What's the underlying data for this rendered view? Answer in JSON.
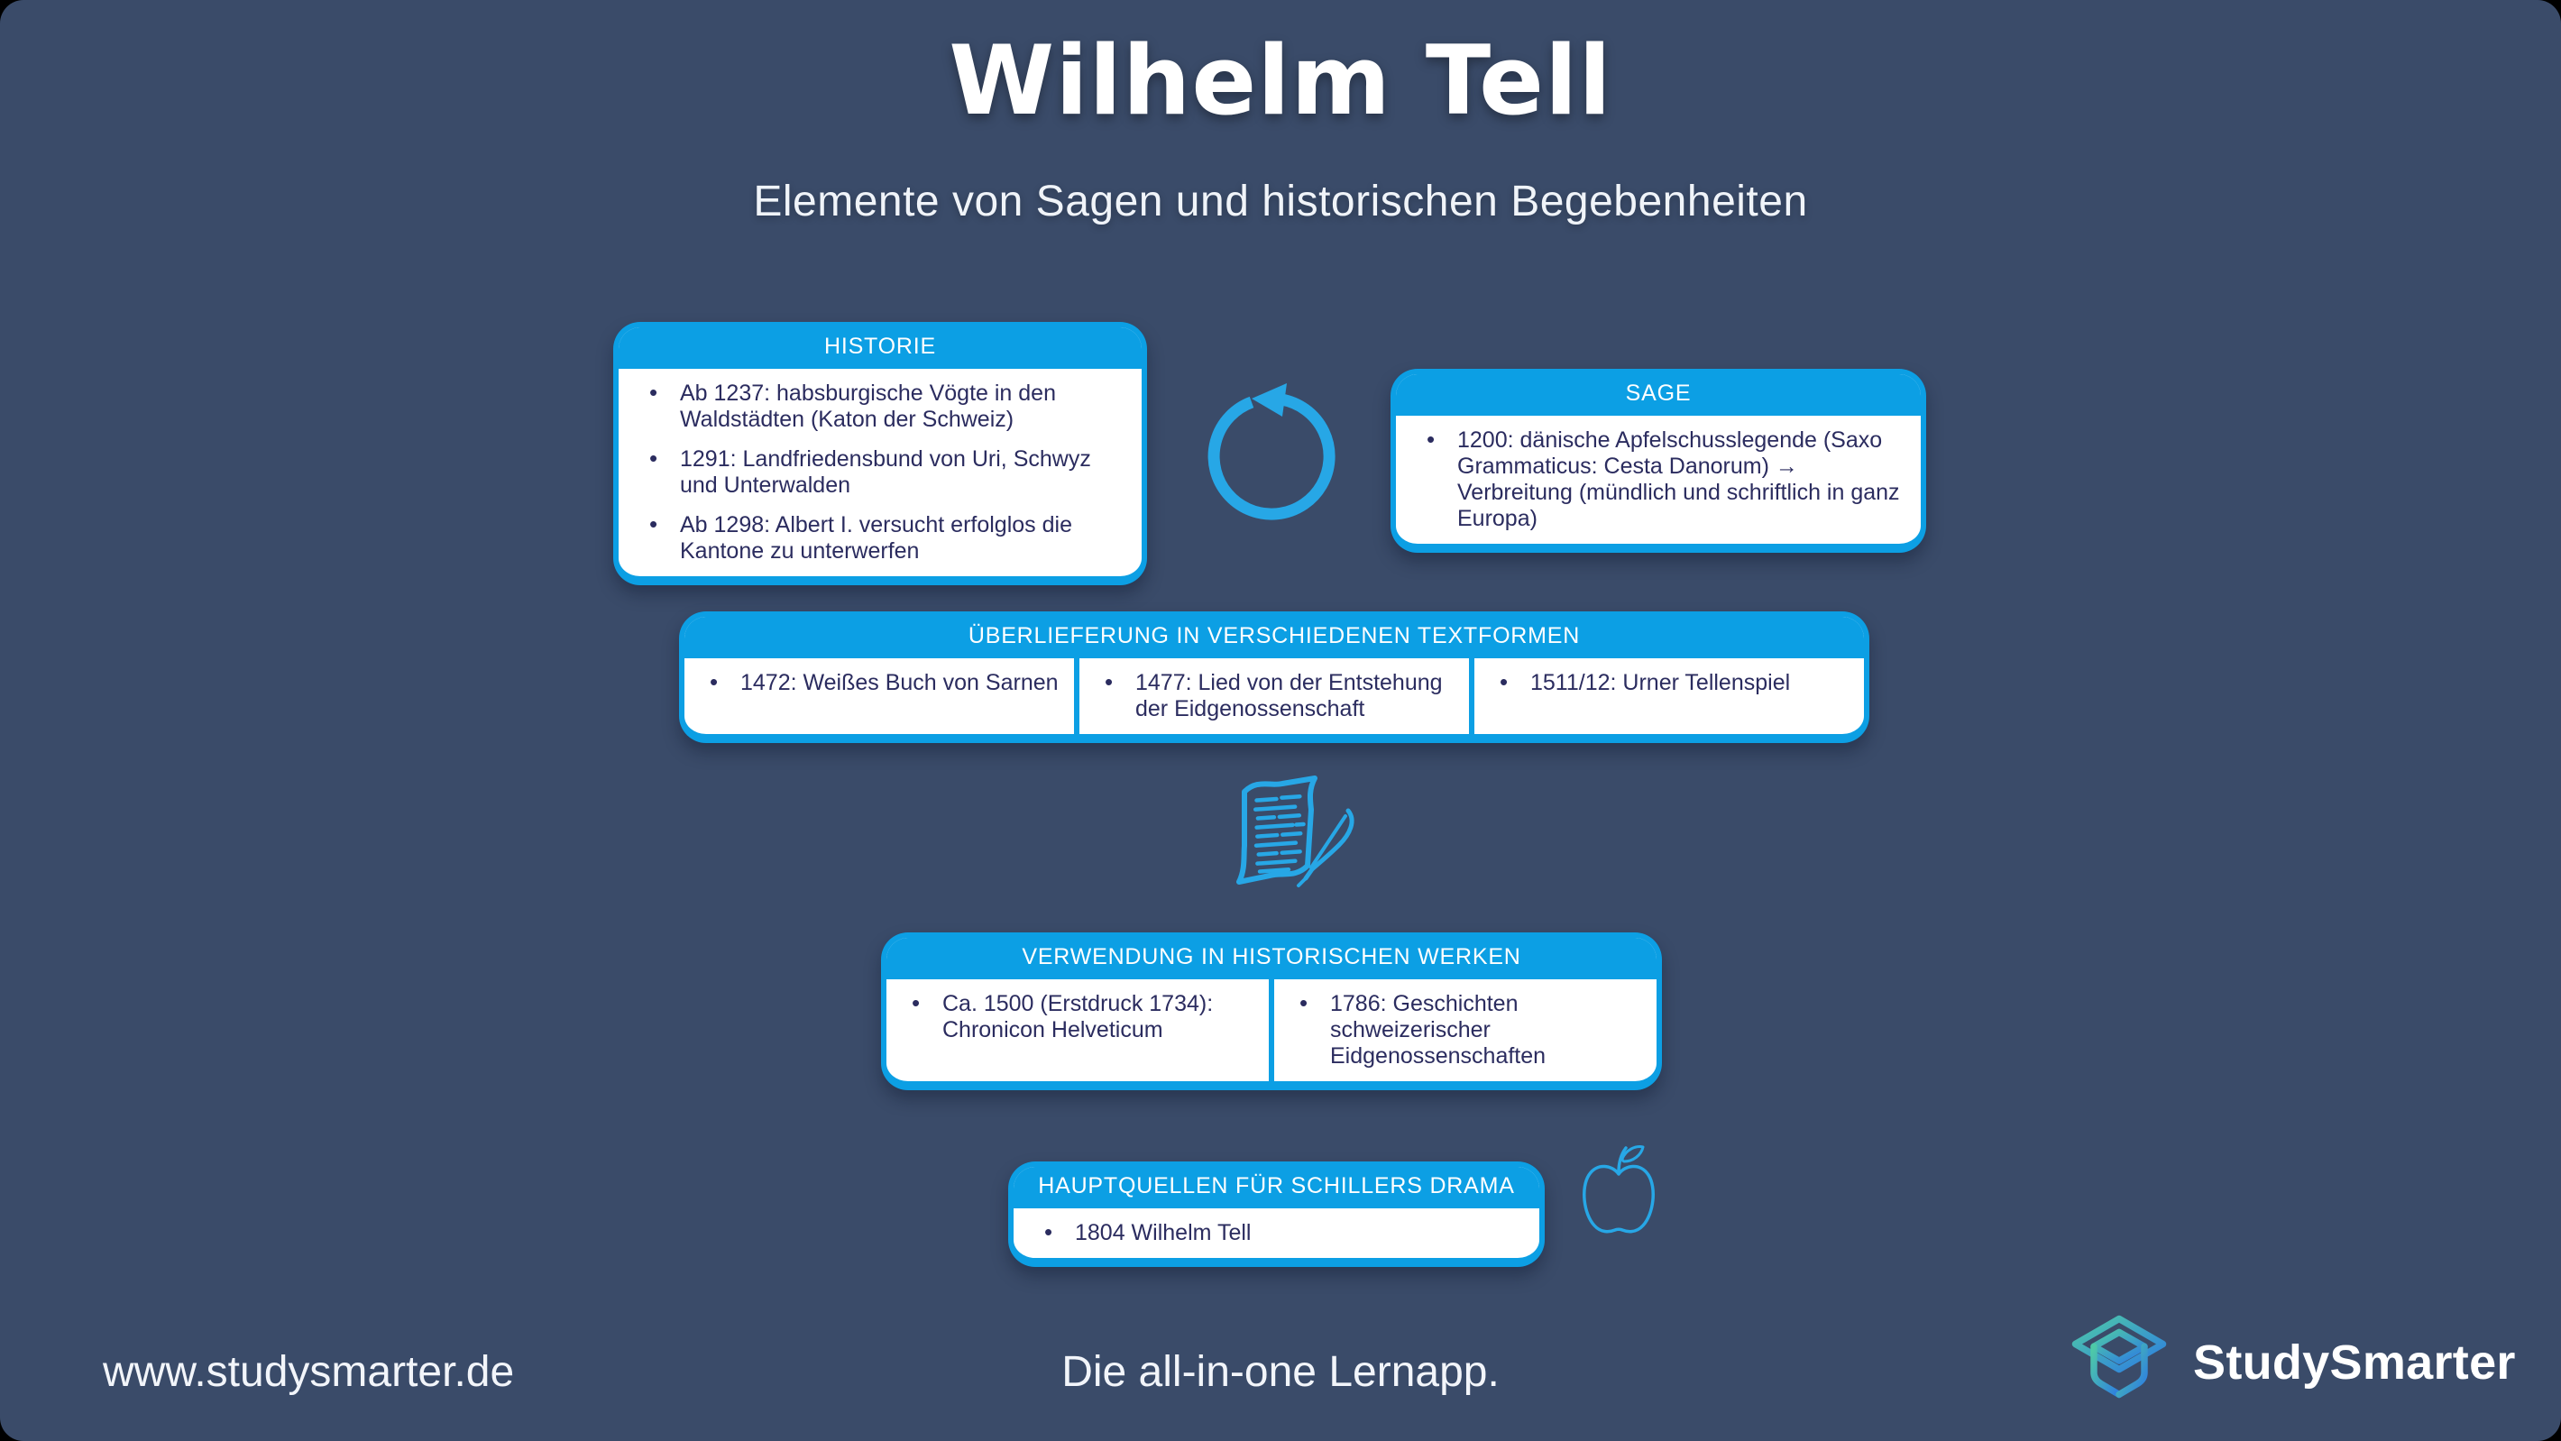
{
  "header": {
    "title": "Wilhelm Tell",
    "subtitle": "Elemente von Sagen und historischen Begebenheiten"
  },
  "boxes": {
    "historie": {
      "title": "HISTORIE",
      "items": [
        "Ab 1237: habsburgische Vögte in den Waldstädten (Katon der Schweiz)",
        "1291: Landfriedensbund von Uri, Schwyz und Unterwalden",
        "Ab 1298: Albert I. versucht erfolglos die Kantone zu unterwerfen"
      ]
    },
    "sage": {
      "title": "SAGE",
      "items": [
        "1200: dänische Apfelschusslegende (Saxo Grammaticus: Cesta Danorum) → Verbreitung (mündlich und schriftlich in ganz Europa)"
      ]
    },
    "textformen": {
      "title": "ÜBERLIEFERUNG IN VERSCHIEDENEN TEXTFORMEN",
      "cells": [
        [
          "1472: Weißes Buch von Sarnen"
        ],
        [
          "1477: Lied von der Entstehung der Eidgenossenschaft"
        ],
        [
          "1511/12: Urner Tellenspiel"
        ]
      ]
    },
    "verwendung": {
      "title": "VERWENDUNG IN HISTORISCHEN WERKEN",
      "cells": [
        [
          "Ca. 1500 (Erstdruck 1734): Chronicon Helveticum"
        ],
        [
          "1786: Geschichten schweizerischer Eidgenossenschaften"
        ]
      ]
    },
    "hauptquellen": {
      "title": "HAUPTQUELLEN FÜR SCHILLERS DRAMA",
      "items": [
        "1804 Wilhelm Tell"
      ]
    }
  },
  "icons": {
    "cycle": "circular-arrow-counterclockwise",
    "scroll": "manuscript-scroll-with-quill",
    "apple": "apple-outline",
    "logo": "studysmarter-mortarboard-cube"
  },
  "footer": {
    "website": "www.studysmarter.de",
    "tagline": "Die all-in-one Lernapp.",
    "brand": "StudySmarter"
  },
  "colors": {
    "background": "#3a4b69",
    "accent": "#0c9fe4",
    "icon": "#27a7e6",
    "text": "#2b2c5f",
    "logo_teal": "#4ec9a7",
    "logo_blue": "#2d7ce2"
  }
}
